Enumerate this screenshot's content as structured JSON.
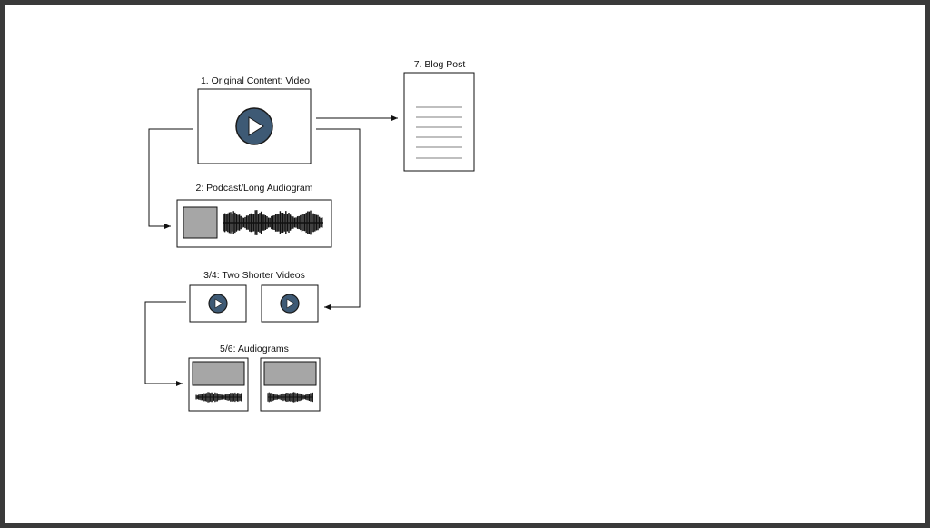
{
  "labels": {
    "original_video": "1. Original Content: Video",
    "podcast": "2: Podcast/Long Audiogram",
    "shorter_videos": "3/4: Two Shorter Videos",
    "audiograms": "5/6: Audiograms",
    "blog_post": "7. Blog Post"
  },
  "icons": {
    "play": "play-icon",
    "waveform": "waveform-icon",
    "document": "document-icon"
  },
  "colors": {
    "frame": "#3a3a3a",
    "play_circle": "#3e5a75",
    "thumbnail": "#a6a6a6",
    "stroke": "#111111"
  }
}
